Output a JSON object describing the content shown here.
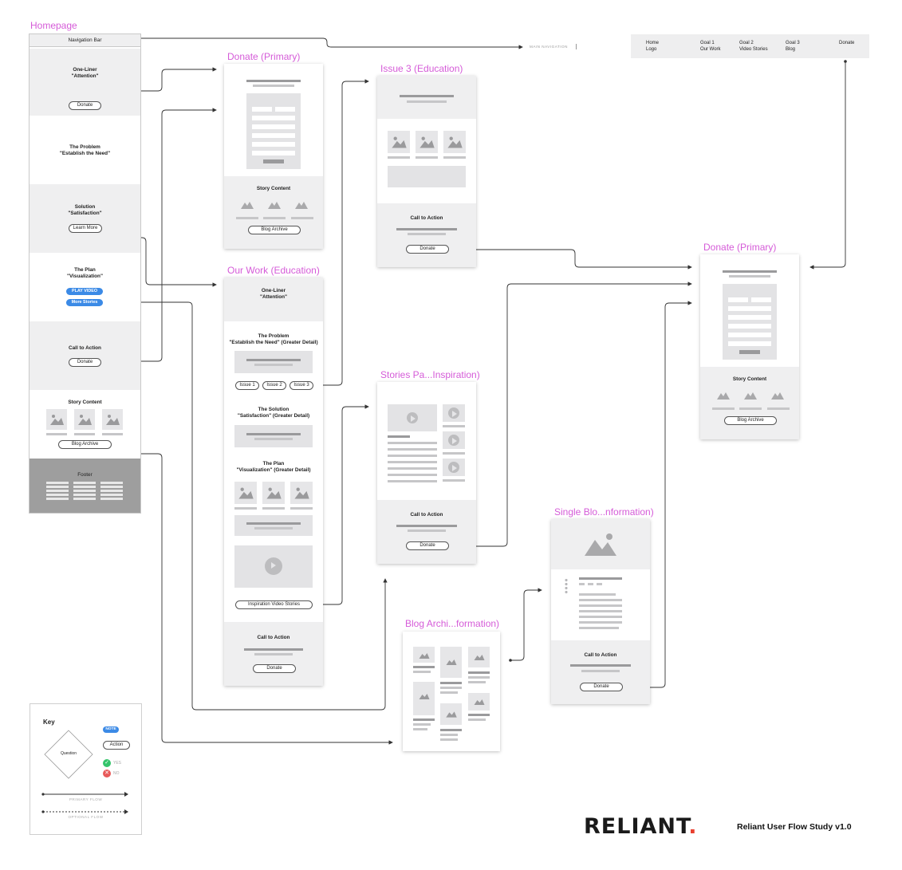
{
  "homepage": {
    "title": "Homepage",
    "nav_bar": "Navigation Bar",
    "one_liner": "One-Liner",
    "attention": "\"Attention\"",
    "donate": "Donate",
    "problem": "The Problem",
    "establish": "\"Establish the Need\"",
    "solution": "Solution",
    "satisfaction": "\"Satisfaction\"",
    "learn_more": "Learn More",
    "plan": "The Plan",
    "visualization": "\"Visualization\"",
    "play_video": "PLAY VIDEO",
    "more_stories": "More Stories",
    "cta": "Call to Action",
    "story_content": "Story Content",
    "blog_archive": "Blog Archive",
    "footer": "Footer"
  },
  "main_nav": {
    "label": "MAIN NAVIGATION",
    "items": [
      {
        "l1": "Home",
        "l2": "Logo"
      },
      {
        "l1": "Goal 1",
        "l2": "Our Work"
      },
      {
        "l1": "Goal 2",
        "l2": "Video Stories"
      },
      {
        "l1": "Goal 3",
        "l2": "Blog"
      },
      {
        "l1": "Donate",
        "l2": ""
      }
    ]
  },
  "donate1": {
    "title": "Donate (Primary)",
    "story_content": "Story Content",
    "blog_archive": "Blog Archive"
  },
  "donate2": {
    "title": "Donate (Primary)",
    "story_content": "Story Content",
    "blog_archive": "Blog Archive"
  },
  "issue3": {
    "title": "Issue 3 (Education)",
    "cta": "Call to Action",
    "donate": "Donate"
  },
  "ourwork": {
    "title": "Our Work (Education)",
    "one_liner": "One-Liner",
    "attention": "\"Attention\"",
    "problem": "The Problem",
    "problem_sub": "\"Establish the Need\" (Greater Detail)",
    "issue1": "Issue 1",
    "issue2": "Issue 2",
    "issue3": "Issue 3",
    "solution": "The Solution",
    "solution_sub": "\"Satisfaction\" (Greater Detail)",
    "plan": "The Plan",
    "plan_sub": "\"Visualization\" (Greater Detail)",
    "inspiration": "Inspiration Video Stories",
    "cta": "Call to Action",
    "donate": "Donate"
  },
  "stories": {
    "title": "Stories Pa...Inspiration)",
    "cta": "Call to Action",
    "donate": "Donate"
  },
  "single_blog": {
    "title": "Single Blo...nformation)",
    "cta": "Call to Action",
    "donate": "Donate"
  },
  "blog_archive": {
    "title": "Blog Archi...formation)"
  },
  "key": {
    "title": "Key",
    "note": "NOTE",
    "action": "Action",
    "question": "Question",
    "yes": "YES",
    "no": "NO",
    "primary_flow": "PRIMARY FLOW",
    "optional_flow": "OPTIONAL FLOW",
    "colors": {
      "note": "#3b8ae6",
      "yes": "#35c46b",
      "no": "#e85a5a",
      "frame_title": "#d55bd8"
    }
  },
  "brand": {
    "logo": "RELIANT",
    "logo_dot": ".",
    "study_title": "Reliant User Flow Study v1.0",
    "dot_color": "#e8402f"
  }
}
